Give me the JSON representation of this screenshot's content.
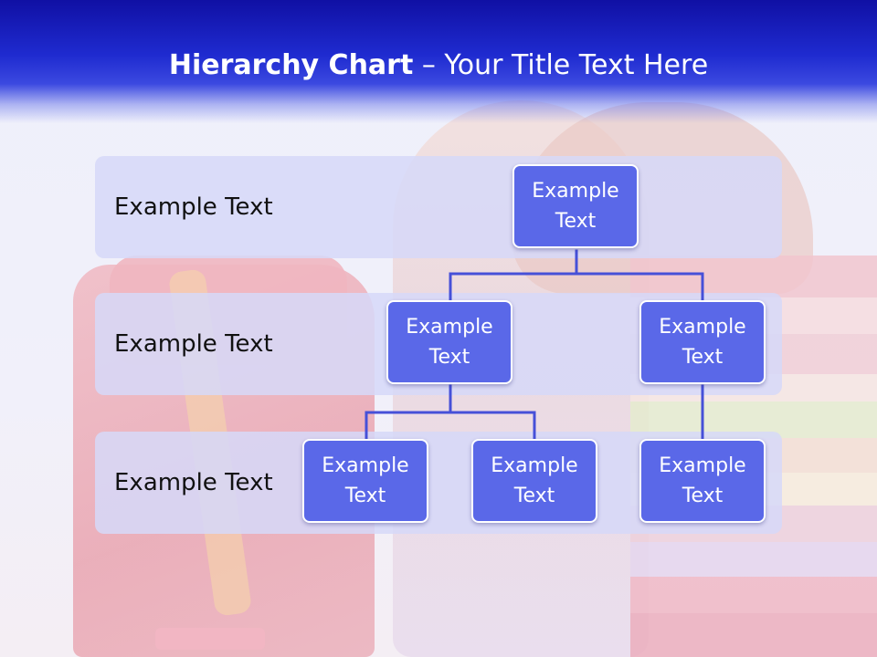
{
  "slide": {
    "title_bold": "Hierarchy Chart",
    "title_rest": " – Your Title Text Here"
  },
  "levels": [
    {
      "label": "Example Text"
    },
    {
      "label": "Example Text"
    },
    {
      "label": "Example Text"
    }
  ],
  "nodes": {
    "root": "Example Text",
    "level2_left": "Example Text",
    "level2_right": "Example Text",
    "level3_a": "Example Text",
    "level3_b": "Example Text",
    "level3_c": "Example Text"
  },
  "colors": {
    "header": "#1f2bd0",
    "node_fill": "#5a68e8",
    "connector": "#4650d8",
    "band": "#d6d9f8"
  }
}
